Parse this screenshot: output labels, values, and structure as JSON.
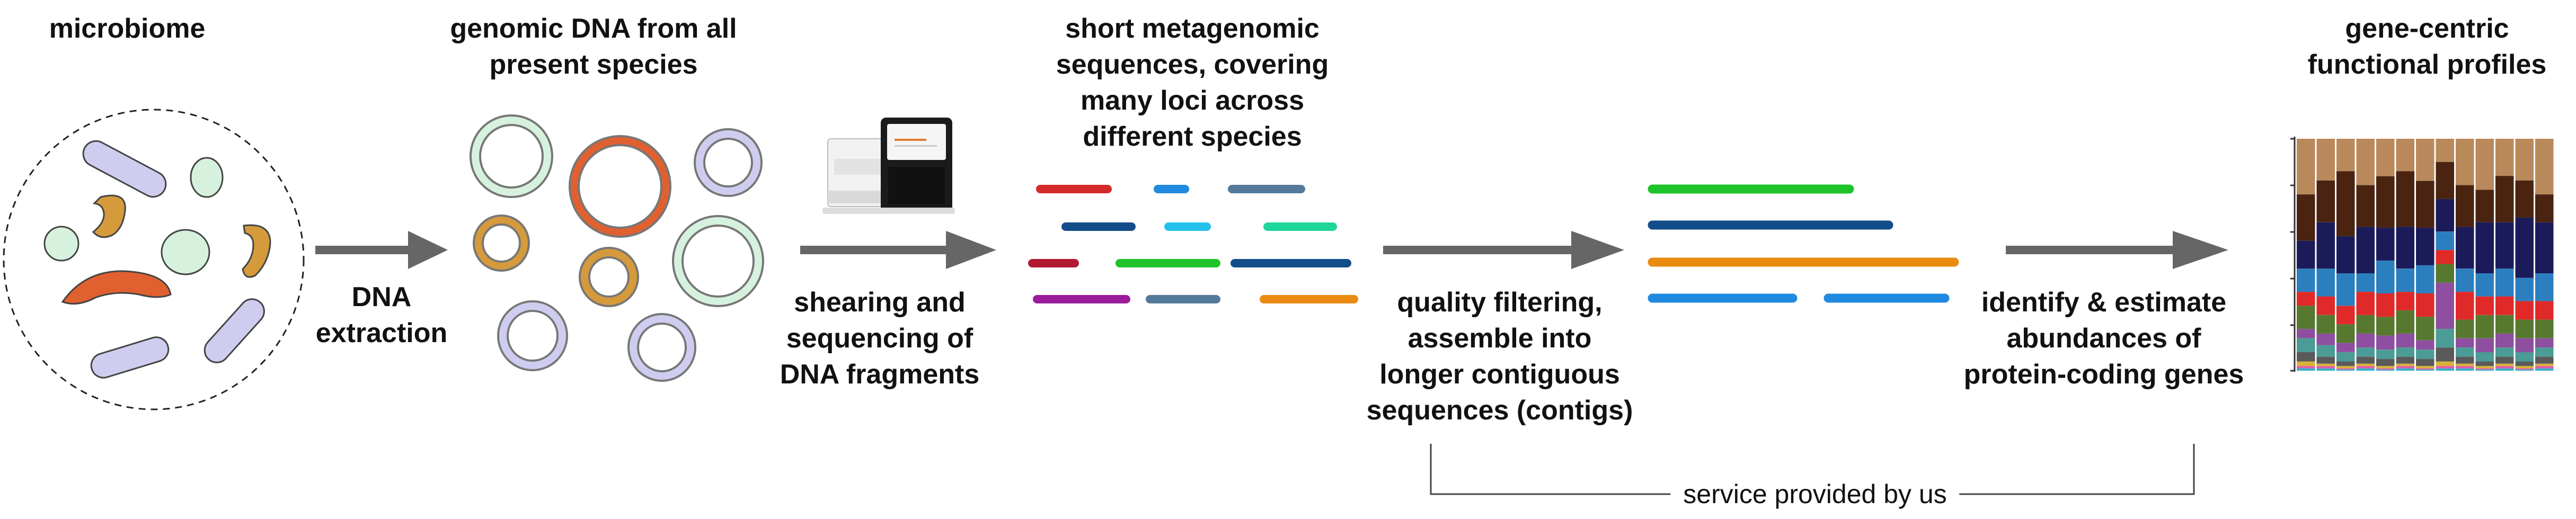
{
  "labels": {
    "microbiome": "microbiome",
    "genomic_dna": "genomic DNA from all\npresent species",
    "short_sequences": "short metagenomic\nsequences, covering\nmany loci across\ndifferent species",
    "gene_centric": "gene-centric\nfunctional profiles"
  },
  "steps": {
    "dna_extraction": "DNA\nextraction",
    "shearing": "shearing and\nsequencing of\nDNA fragments",
    "quality_filtering": "quality filtering,\nassemble into\nlonger contiguous\nsequences (contigs)",
    "identify": "identify & estimate\nabundances of\nprotein-coding genes"
  },
  "service_label": "service provided by us",
  "colors": {
    "arrow": "#666666",
    "microbe_rod": "#cfcdef",
    "microbe_round": "#d6f2de",
    "microbe_curved": "#d59a3c",
    "microbe_large": "#e06030",
    "bar_palette": [
      "#b9895c",
      "#4a2411",
      "#1c1b5a",
      "#2c7fbf",
      "#e02a2a",
      "#56792f",
      "#8e4fa0",
      "#4b9b96",
      "#5a5a5a",
      "#d8b23a",
      "#e35ca8",
      "#3bb0c9"
    ]
  },
  "icons": [
    "microbe-community-icon",
    "dna-circle-icon",
    "sequencer-icon",
    "sequence-read-icon",
    "contig-icon",
    "stacked-bar-chart-icon"
  ]
}
